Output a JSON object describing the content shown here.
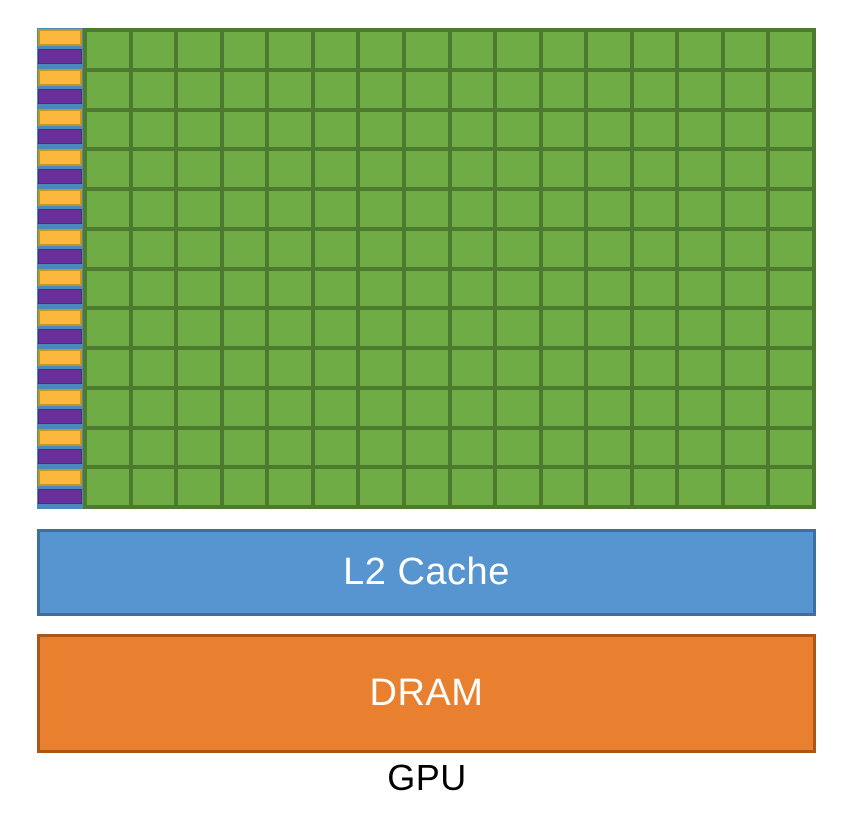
{
  "diagram": {
    "title": "GPU",
    "l2_label": "L2 Cache",
    "dram_label": "DRAM",
    "grid": {
      "rows": 12,
      "core_columns": 16,
      "stripe_pairs": 12
    },
    "colors": {
      "core_fill": "#6fac46",
      "core_line": "#4c7a2f",
      "control_fill": "#fcb83e",
      "control_border": "#c2961f",
      "cache_fill": "#67309a",
      "cache_border": "#532878",
      "column_bg": "#4c87c0",
      "l2_fill": "#5795d0",
      "l2_border": "#3e709f",
      "dram_fill": "#e8802f",
      "dram_border": "#ac5717",
      "label_text": "#ffffff",
      "gpu_text": "#000000"
    }
  }
}
